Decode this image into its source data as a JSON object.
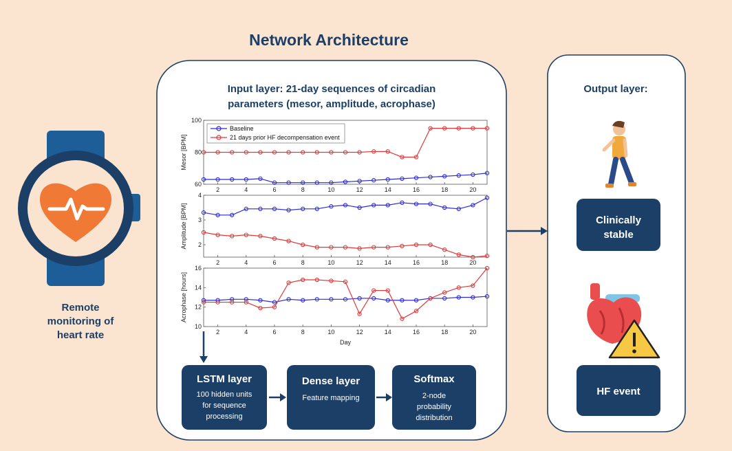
{
  "header": {
    "title": "Network Architecture"
  },
  "left": {
    "caption_lines": [
      "Remote",
      "monitoring of",
      "heart rate"
    ]
  },
  "input_panel": {
    "title_lines": [
      "Input layer: 21-day sequences of circadian",
      "parameters (mesor, amplitude, acrophase)"
    ]
  },
  "output_panel": {
    "title": "Output layer:",
    "stable_lines": [
      "Clinically",
      "stable"
    ],
    "event_label": "HF event"
  },
  "pipeline": [
    {
      "title": "LSTM layer",
      "sub_lines": [
        "100 hidden units",
        "for sequence",
        "processing"
      ]
    },
    {
      "title": "Dense layer",
      "sub_lines": [
        "Feature mapping"
      ]
    },
    {
      "title": "Softmax",
      "sub_lines": [
        "2-node",
        "probability",
        "distribution"
      ]
    }
  ],
  "colors": {
    "navy": "#1b3f66",
    "panel_bg": "#ffffff",
    "baseline": "#2b2bd6",
    "hf": "#e03838",
    "heart_orange": "#f07a35",
    "watch_blue": "#1d5d98"
  },
  "chart_data": [
    {
      "type": "line",
      "ylabel": "Mesor [BPM]",
      "ylim": [
        60,
        100
      ],
      "yticks": [
        60,
        80,
        100
      ],
      "xlabel": "",
      "xticks": [
        2,
        4,
        6,
        8,
        10,
        12,
        14,
        16,
        18,
        20
      ],
      "legend": {
        "placement": "top-left",
        "entries": [
          "Baseline",
          "21 days prior HF decompensation event"
        ]
      },
      "x": [
        1,
        2,
        3,
        4,
        5,
        6,
        7,
        8,
        9,
        10,
        11,
        12,
        13,
        14,
        15,
        16,
        17,
        18,
        19,
        20,
        21
      ],
      "series": [
        {
          "name": "Baseline",
          "values": [
            63,
            63,
            63,
            63,
            63.5,
            61,
            61,
            61,
            61,
            61,
            61.5,
            62,
            62.5,
            63,
            63.5,
            64,
            64.5,
            65,
            65.5,
            66,
            67
          ]
        },
        {
          "name": "21 days prior HF decompensation event",
          "values": [
            80,
            80,
            80,
            80,
            80,
            80,
            80,
            80,
            80,
            80,
            80,
            80,
            80.5,
            80.5,
            77,
            77,
            95,
            95,
            95,
            95,
            95
          ]
        }
      ]
    },
    {
      "type": "line",
      "ylabel": "Amplitude [BPM]",
      "ylim": [
        1.5,
        4
      ],
      "yticks": [
        2,
        3,
        4
      ],
      "xlabel": "",
      "xticks": [
        2,
        4,
        6,
        8,
        10,
        12,
        14,
        16,
        18,
        20
      ],
      "x": [
        1,
        2,
        3,
        4,
        5,
        6,
        7,
        8,
        9,
        10,
        11,
        12,
        13,
        14,
        15,
        16,
        17,
        18,
        19,
        20,
        21
      ],
      "series": [
        {
          "name": "Baseline",
          "values": [
            3.3,
            3.2,
            3.2,
            3.45,
            3.45,
            3.45,
            3.4,
            3.45,
            3.45,
            3.55,
            3.6,
            3.5,
            3.6,
            3.6,
            3.7,
            3.65,
            3.65,
            3.5,
            3.45,
            3.6,
            3.9
          ]
        },
        {
          "name": "21 days prior HF decompensation event",
          "values": [
            2.5,
            2.4,
            2.35,
            2.4,
            2.35,
            2.25,
            2.15,
            2.0,
            1.9,
            1.9,
            1.9,
            1.85,
            1.9,
            1.9,
            1.95,
            2.0,
            2.0,
            1.8,
            1.6,
            1.5,
            1.55
          ]
        }
      ]
    },
    {
      "type": "line",
      "ylabel": "Acrophase [hours]",
      "ylim": [
        10,
        16
      ],
      "yticks": [
        10,
        12,
        14,
        16
      ],
      "xlabel": "Day",
      "xticks": [
        2,
        4,
        6,
        8,
        10,
        12,
        14,
        16,
        18,
        20
      ],
      "x": [
        1,
        2,
        3,
        4,
        5,
        6,
        7,
        8,
        9,
        10,
        11,
        12,
        13,
        14,
        15,
        16,
        17,
        18,
        19,
        20,
        21
      ],
      "series": [
        {
          "name": "Baseline",
          "values": [
            12.7,
            12.7,
            12.8,
            12.8,
            12.7,
            12.5,
            12.8,
            12.7,
            12.8,
            12.8,
            12.8,
            12.9,
            12.9,
            12.7,
            12.7,
            12.7,
            12.9,
            12.9,
            13.0,
            13.0,
            13.1
          ]
        },
        {
          "name": "21 days prior HF decompensation event",
          "values": [
            12.5,
            12.5,
            12.5,
            12.5,
            11.9,
            12.0,
            14.5,
            14.8,
            14.8,
            14.7,
            14.6,
            11.3,
            13.7,
            13.7,
            10.8,
            11.6,
            12.9,
            13.5,
            14.0,
            14.2,
            16.0
          ]
        }
      ]
    }
  ]
}
